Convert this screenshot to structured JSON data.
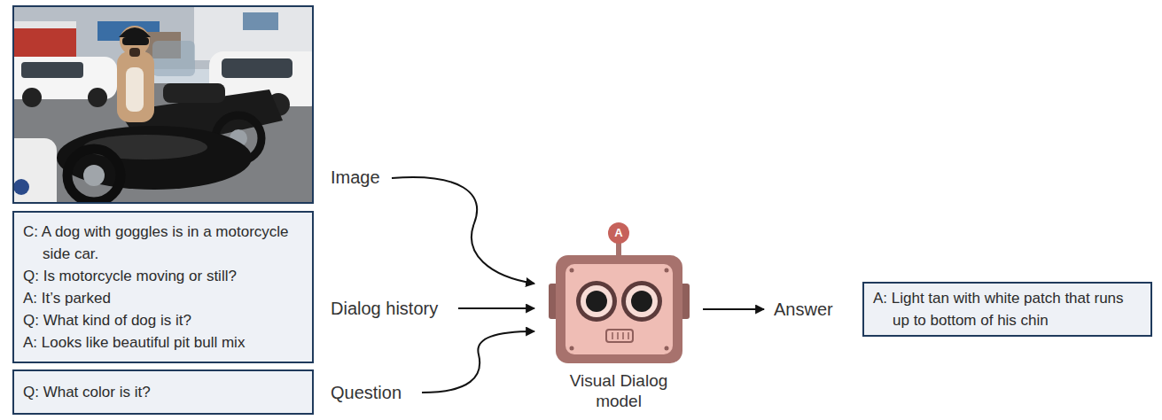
{
  "diagram": {
    "nodes": [
      {
        "text": [
          "C: A dog with goggles is in a motorcycle side car.",
          "Q: Is motorcycle moving or still?",
          "A: It’s parked",
          "Q: What kind of dog is it?",
          "A: Looks like beautiful pit bull mix"
        ]
      },
      {
        "text": [
          "Q: What color is it?"
        ]
      },
      {
        "text": [
          "A: Light tan with white patch that runs up to bottom of his chin"
        ]
      }
    ],
    "labels": [
      "Image",
      "Dialog history",
      "Question",
      "Answer",
      "A",
      "Visual Dialog model"
    ]
  }
}
